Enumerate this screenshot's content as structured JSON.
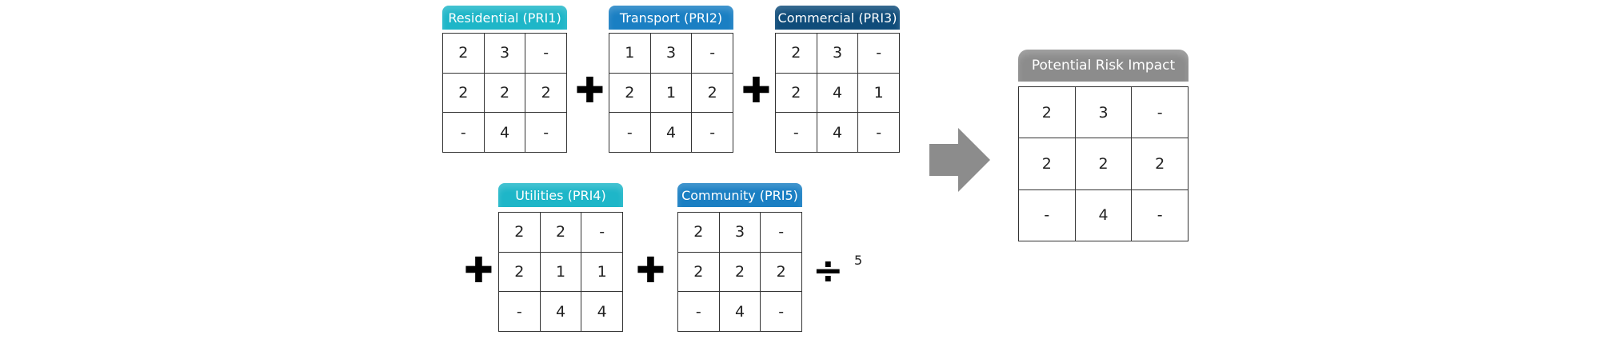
{
  "matrices": [
    {
      "title": "Residential (PRI1)",
      "color": "#1eb6c8",
      "rows": [
        [
          "2",
          "3",
          "-"
        ],
        [
          "2",
          "2",
          "2"
        ],
        [
          "-",
          "4",
          "-"
        ]
      ]
    },
    {
      "title": "Transport (PRI2)",
      "color": "#1a7fc3",
      "rows": [
        [
          "1",
          "3",
          "-"
        ],
        [
          "2",
          "1",
          "2"
        ],
        [
          "-",
          "4",
          "-"
        ]
      ]
    },
    {
      "title": "Commercial (PRI3)",
      "color": "#0f4c7a",
      "rows": [
        [
          "2",
          "3",
          "-"
        ],
        [
          "2",
          "4",
          "1"
        ],
        [
          "-",
          "4",
          "-"
        ]
      ]
    },
    {
      "title": "Utilities (PRI4)",
      "color": "#1eb6c8",
      "rows": [
        [
          "2",
          "2",
          "-"
        ],
        [
          "2",
          "1",
          "1"
        ],
        [
          "-",
          "4",
          "4"
        ]
      ]
    },
    {
      "title": "Community (PRI5)",
      "color": "#1a7fc3",
      "rows": [
        [
          "2",
          "3",
          "-"
        ],
        [
          "2",
          "2",
          "2"
        ],
        [
          "-",
          "4",
          "-"
        ]
      ]
    }
  ],
  "operators": {
    "plus": "✚",
    "divide": "÷",
    "divisor": "5"
  },
  "result": {
    "title": "Potential Risk Impact",
    "color": "#8c8c8c",
    "rows": [
      [
        "2",
        "3",
        "-"
      ],
      [
        "2",
        "2",
        "2"
      ],
      [
        "-",
        "4",
        "-"
      ]
    ]
  },
  "arrow_color": "#8c8c8c"
}
